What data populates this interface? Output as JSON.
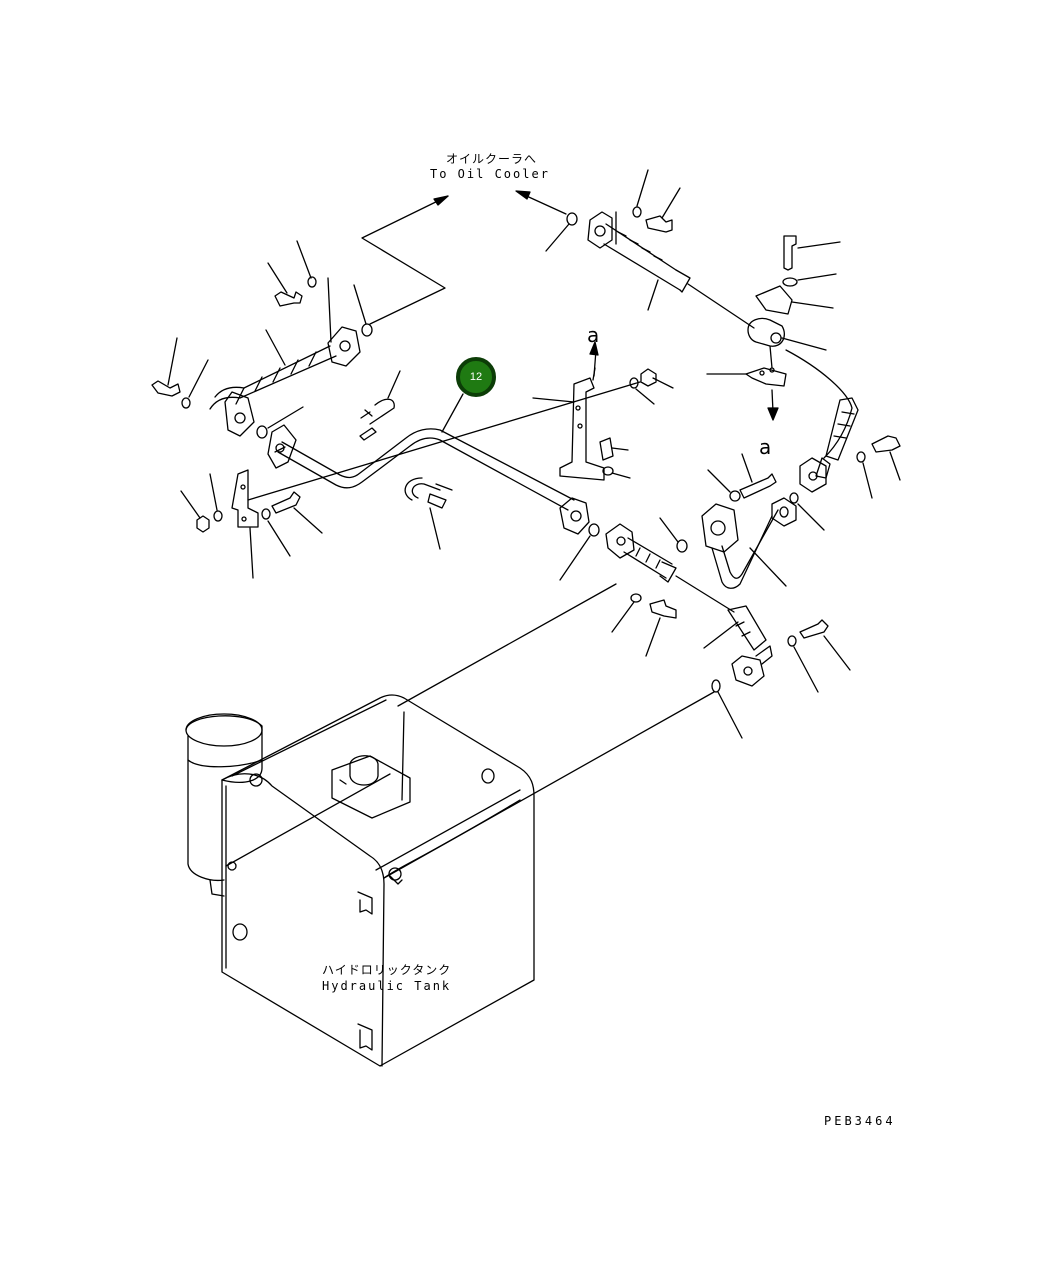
{
  "oil_cooler_label": {
    "jp": "オイルクーラへ",
    "en": "To Oil Cooler"
  },
  "tank_label": {
    "jp": "ハイドロリックタンク",
    "en": "Hydraulic Tank"
  },
  "view_letter_top": "a",
  "view_letter_bottom": "a",
  "callout": {
    "number": "12",
    "color": "#1f7a12"
  },
  "drawing_code": "PEB3464"
}
